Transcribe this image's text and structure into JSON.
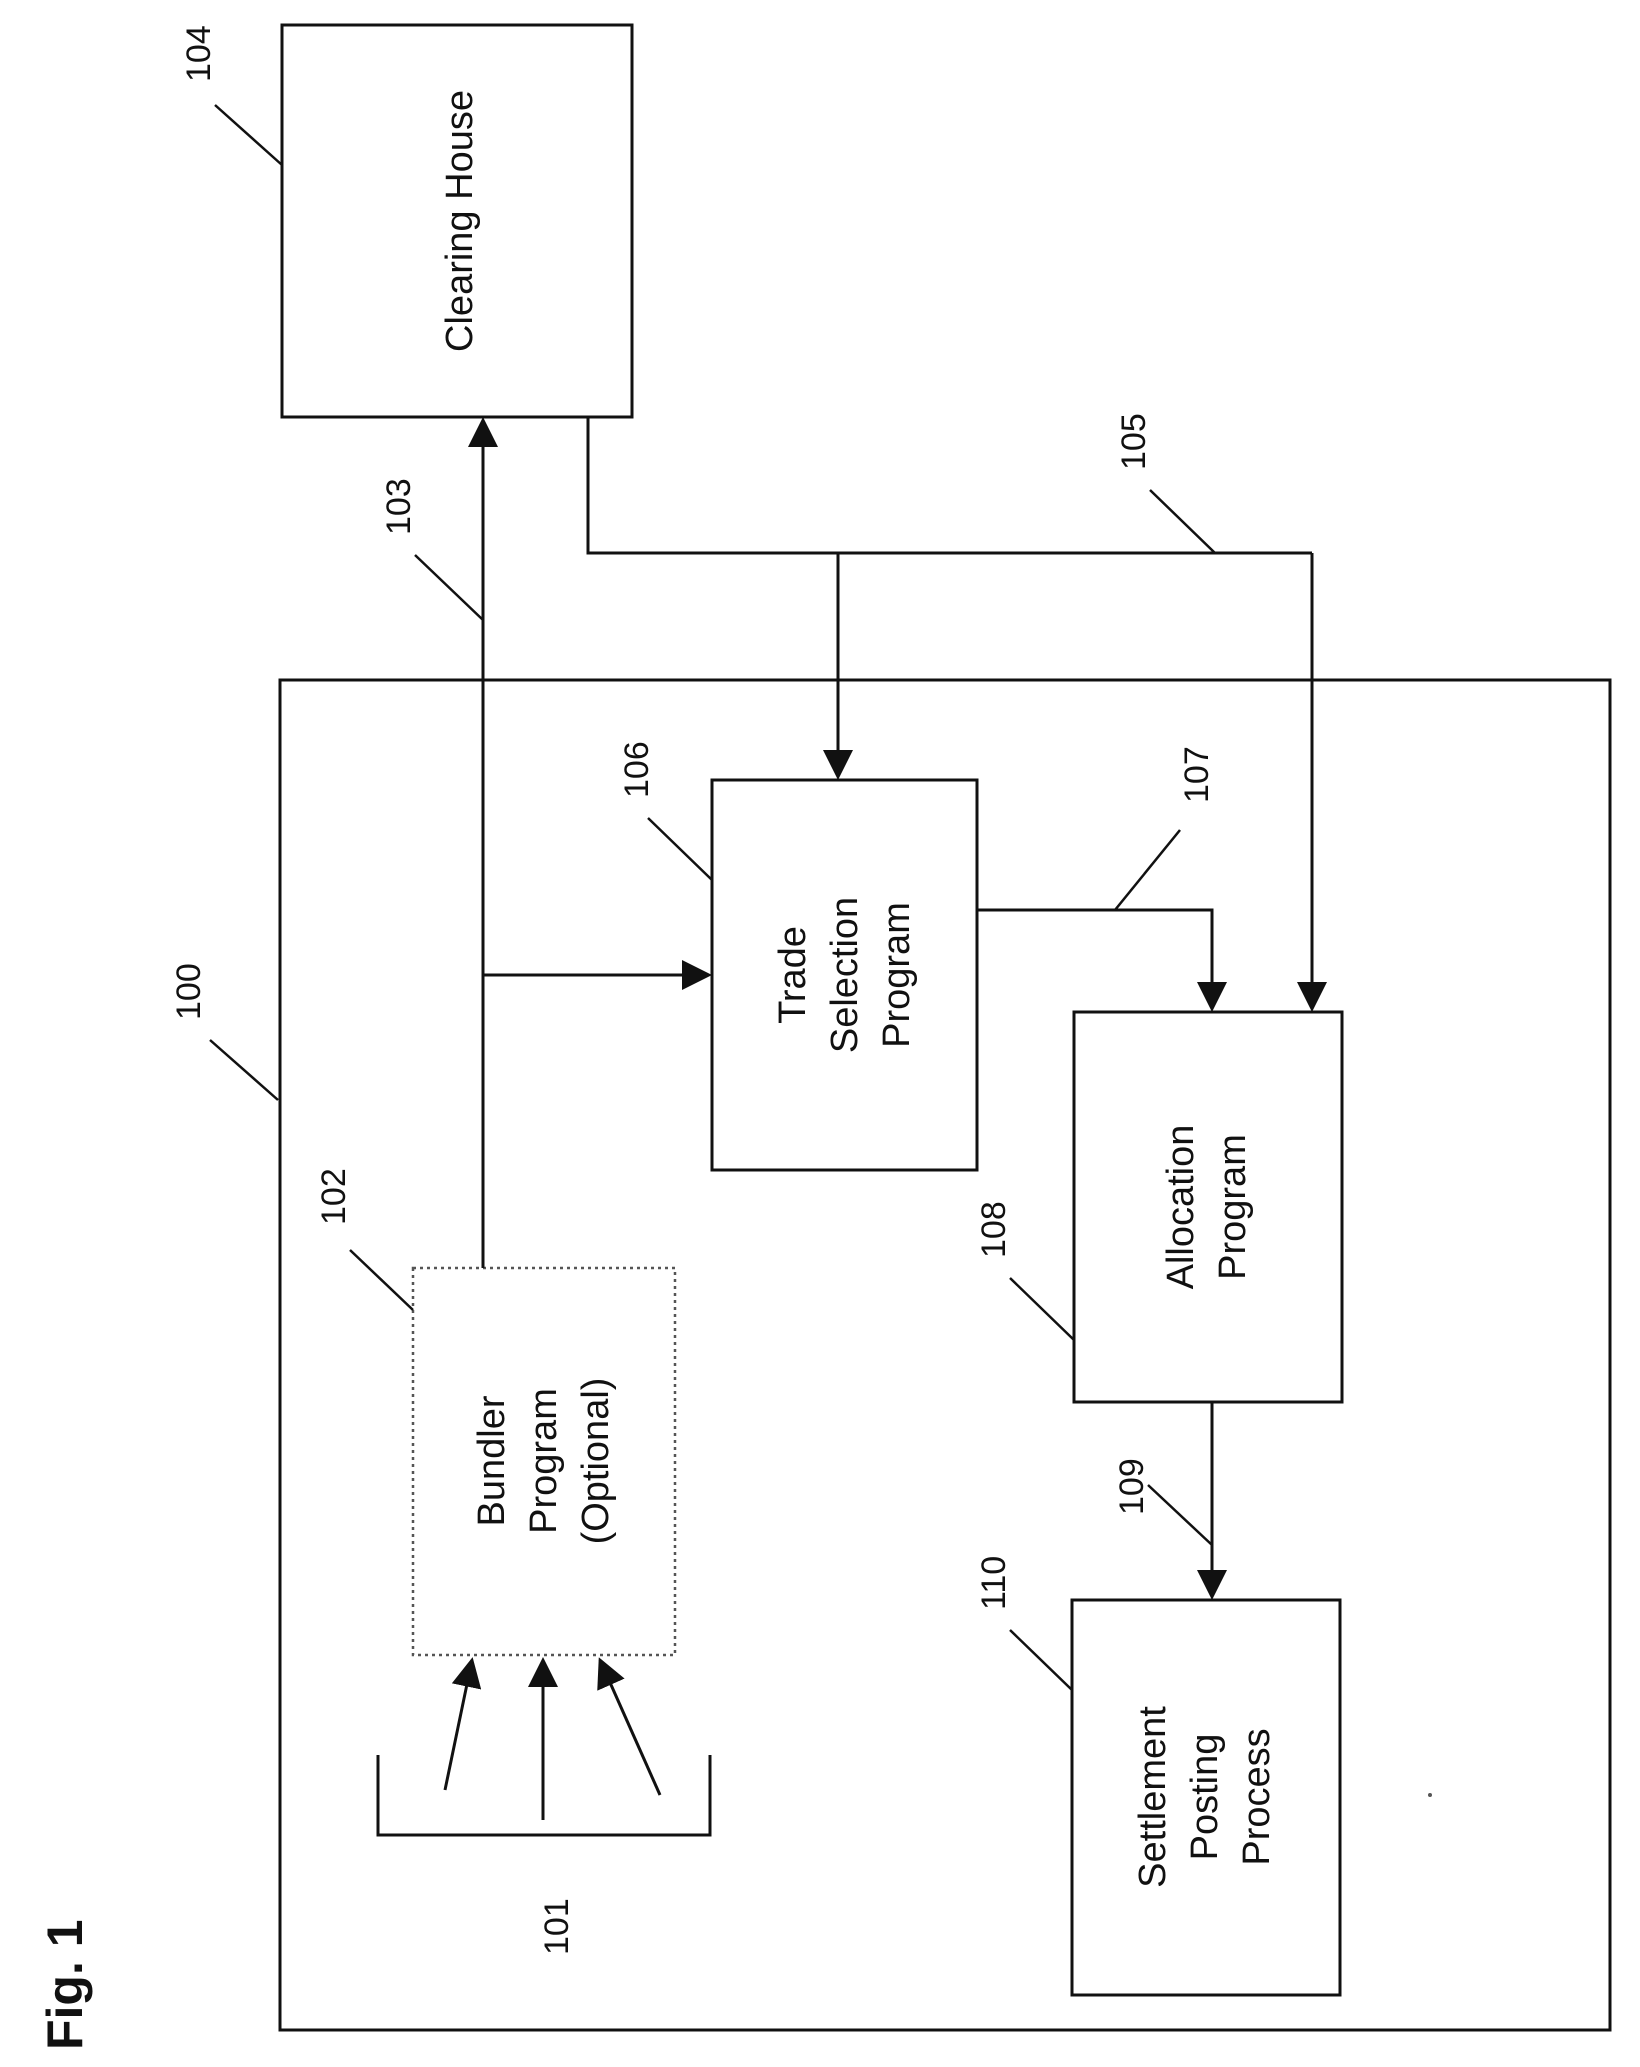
{
  "figure_label": "Fig. 1",
  "refs": {
    "r100": "100",
    "r101": "101",
    "r102": "102",
    "r103": "103",
    "r104": "104",
    "r105": "105",
    "r106": "106",
    "r107": "107",
    "r108": "108",
    "r109": "109",
    "r110": "110"
  },
  "boxes": {
    "clearing_house": [
      "Clearing House"
    ],
    "bundler": [
      "Bundler",
      "Program",
      "(Optional)"
    ],
    "trade_selection": [
      "Trade",
      "Selection",
      "Program"
    ],
    "allocation": [
      "Allocation",
      "Program"
    ],
    "settlement": [
      "Settlement",
      "Posting",
      "Process"
    ]
  }
}
